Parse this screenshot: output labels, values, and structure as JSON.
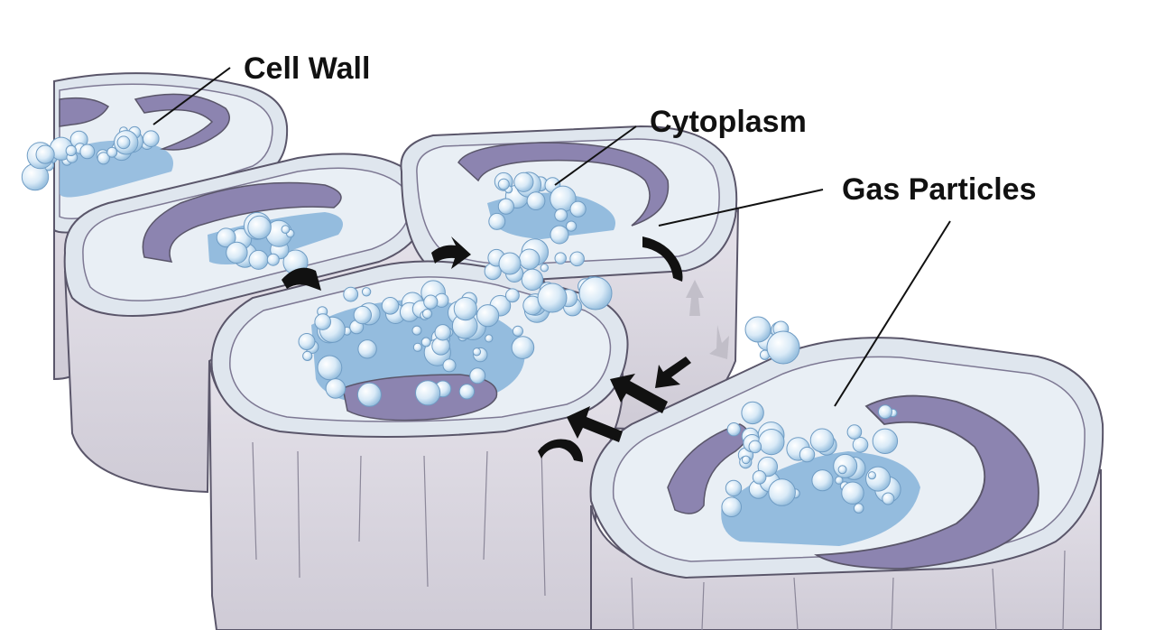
{
  "labels": {
    "cell_wall": "Cell Wall",
    "cytoplasm": "Cytoplasm",
    "gas_particles": "Gas Particles"
  },
  "colors": {
    "cell_wall": "#dcd9e1",
    "cell_wall_shade": "#c9c5d0",
    "cell_top": "#e4eaf0",
    "cytoplasm": "#8bb6dc",
    "organelle": "#8c84b0",
    "bubble": "#dcecf7",
    "arrow": "#111111",
    "outline": "#5a566a"
  },
  "icons": [
    "curved-arrow-icon",
    "straight-arrow-icon"
  ]
}
